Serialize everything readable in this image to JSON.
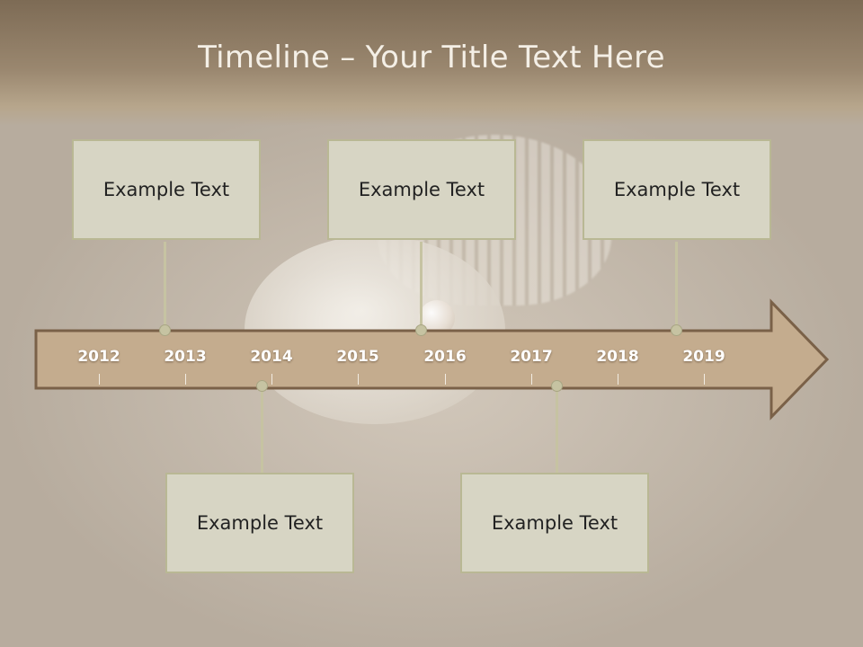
{
  "title": "Timeline – Your Title Text Here",
  "years": [
    "2012",
    "2013",
    "2014",
    "2015",
    "2016",
    "2017",
    "2018",
    "2019"
  ],
  "top_boxes": [
    "Example Text",
    "Example Text",
    "Example Text"
  ],
  "bottom_boxes": [
    "Example Text",
    "Example Text"
  ],
  "colors": {
    "arrow_fill": "#c4ac8e",
    "arrow_border": "#7a6148",
    "box_fill": "#d7d5c4",
    "header": "#8c7a62"
  }
}
